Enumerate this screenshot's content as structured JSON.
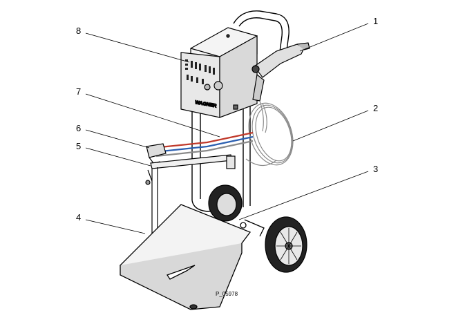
{
  "diagram": {
    "callouts": [
      {
        "number": "1",
        "part": "spray gun"
      },
      {
        "number": "2",
        "part": "gun hose"
      },
      {
        "number": "3",
        "part": "trolley base plate"
      },
      {
        "number": "4",
        "part": "powder tray"
      },
      {
        "number": "5",
        "part": "hose holder"
      },
      {
        "number": "6",
        "part": "injector holder"
      },
      {
        "number": "7",
        "part": "air hoses"
      },
      {
        "number": "8",
        "part": "control unit"
      }
    ],
    "brand_label": "WAGNER",
    "figure_reference": "P_05978",
    "hose_colors": {
      "red": "#c0392b",
      "blue": "#2b5fb0",
      "gray": "#8a8a8a"
    }
  }
}
